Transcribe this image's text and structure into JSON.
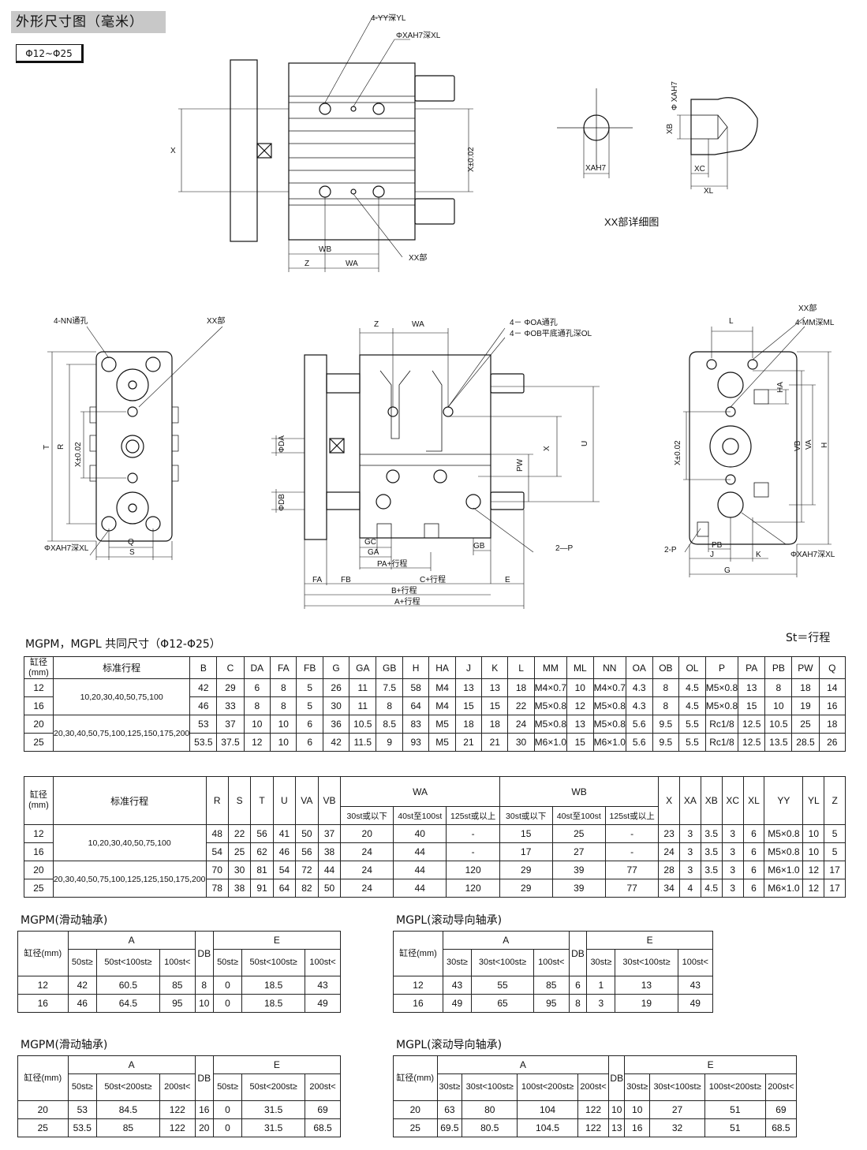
{
  "page_title": "外形尺寸图（毫米）",
  "range_label": "Φ12~Φ25",
  "labels": {
    "yy_depth": "4-YY深YL",
    "xa_depth_top": "ΦXAH7深XL",
    "xx_part": "XX部",
    "xx_detail": "XX部详细图",
    "x": "X",
    "x_tol": "X±0.02",
    "wb": "WB",
    "z": "Z",
    "wa": "WA",
    "xa_h7": "XAH7",
    "xb": "XB",
    "xc": "XC",
    "xl": "XL",
    "phi_xa_h7": "Φ XAH7",
    "nn_thru": "4-NN通孔",
    "t": "T",
    "r": "R",
    "q": "Q",
    "s": "S",
    "oa_thru": "4－ ΦOA通孔",
    "ob_cbore": "4－ ΦOB平底通孔深OL",
    "phi_da": "ΦDA",
    "phi_db": "ΦDB",
    "u": "U",
    "pw": "PW",
    "gc": "GC",
    "ga": "GA",
    "gb": "GB",
    "two_p": "2—P",
    "two_p_left": "2-P",
    "pa_stroke": "PA+行程",
    "fa": "FA",
    "fb": "FB",
    "c_stroke": "C+行程",
    "e": "E",
    "b_stroke": "B+行程",
    "a_stroke": "A+行程",
    "l": "L",
    "mm_depth": "4-MM深ML",
    "ha": "HA",
    "vb": "VB",
    "va": "VA",
    "h": "H",
    "pb": "PB",
    "j": "J",
    "k": "K",
    "g": "G"
  },
  "common_title": "MGPM，MGPL 共同尺寸（Φ12-Φ25）",
  "stroke_note": "St＝行程",
  "table1": {
    "headers": [
      "缸径(mm)",
      "标准行程",
      "B",
      "C",
      "DA",
      "FA",
      "FB",
      "G",
      "GA",
      "GB",
      "H",
      "HA",
      "J",
      "K",
      "L",
      "MM",
      "ML",
      "NN",
      "OA",
      "OB",
      "OL",
      "P",
      "PA",
      "PB",
      "PW",
      "Q"
    ],
    "stroke_a": "10,20,30,40,50,75,100",
    "stroke_b": "20,30,40,50,75,100,125,150,175,200",
    "rows": [
      [
        "12",
        "42",
        "29",
        "6",
        "8",
        "5",
        "26",
        "11",
        "7.5",
        "58",
        "M4",
        "13",
        "13",
        "18",
        "M4×0.7",
        "10",
        "M4×0.7",
        "4.3",
        "8",
        "4.5",
        "M5×0.8",
        "13",
        "8",
        "18",
        "14"
      ],
      [
        "16",
        "46",
        "33",
        "8",
        "8",
        "5",
        "30",
        "11",
        "8",
        "64",
        "M4",
        "15",
        "15",
        "22",
        "M5×0.8",
        "12",
        "M5×0.8",
        "4.3",
        "8",
        "4.5",
        "M5×0.8",
        "15",
        "10",
        "19",
        "16"
      ],
      [
        "20",
        "53",
        "37",
        "10",
        "10",
        "6",
        "36",
        "10.5",
        "8.5",
        "83",
        "M5",
        "18",
        "18",
        "24",
        "M5×0.8",
        "13",
        "M5×0.8",
        "5.6",
        "9.5",
        "5.5",
        "Rc1/8",
        "12.5",
        "10.5",
        "25",
        "18"
      ],
      [
        "25",
        "53.5",
        "37.5",
        "12",
        "10",
        "6",
        "42",
        "11.5",
        "9",
        "93",
        "M5",
        "21",
        "21",
        "30",
        "M6×1.0",
        "15",
        "M6×1.0",
        "5.6",
        "9.5",
        "5.5",
        "Rc1/8",
        "12.5",
        "13.5",
        "28.5",
        "26"
      ]
    ]
  },
  "table2": {
    "headers": [
      "缸径(mm)",
      "标准行程",
      "R",
      "S",
      "T",
      "U",
      "VA",
      "VB",
      "WA",
      "WB",
      "X",
      "XA",
      "XB",
      "XC",
      "XL",
      "YY",
      "YL",
      "Z"
    ],
    "sub_headers": [
      "30st或以下",
      "40st至100st",
      "125st或以上",
      "30st或以下",
      "40st至100st",
      "125st或以上"
    ],
    "stroke_a": "10,20,30,40,50,75,100",
    "stroke_b": "20,30,40,50,75,100,125,125,150,175,200",
    "rows": [
      [
        "12",
        "48",
        "22",
        "56",
        "41",
        "50",
        "37",
        "20",
        "40",
        "-",
        "15",
        "25",
        "-",
        "23",
        "3",
        "3.5",
        "3",
        "6",
        "M5×0.8",
        "10",
        "5"
      ],
      [
        "16",
        "54",
        "25",
        "62",
        "46",
        "56",
        "38",
        "24",
        "44",
        "-",
        "17",
        "27",
        "-",
        "24",
        "3",
        "3.5",
        "3",
        "6",
        "M5×0.8",
        "10",
        "5"
      ],
      [
        "20",
        "70",
        "30",
        "81",
        "54",
        "72",
        "44",
        "24",
        "44",
        "120",
        "29",
        "39",
        "77",
        "28",
        "3",
        "3.5",
        "3",
        "6",
        "M6×1.0",
        "12",
        "17"
      ],
      [
        "25",
        "78",
        "38",
        "91",
        "64",
        "82",
        "50",
        "24",
        "44",
        "120",
        "29",
        "39",
        "77",
        "34",
        "4",
        "4.5",
        "3",
        "6",
        "M6×1.0",
        "12",
        "17"
      ]
    ]
  },
  "table3": {
    "title": "MGPM(滑动轴承)",
    "a_label": "A",
    "db_label": "DB",
    "e_label": "E",
    "bore_label": "缸径(mm)",
    "a_cols": [
      "50st≥",
      "50st<100st≥",
      "100st<"
    ],
    "e_cols": [
      "50st≥",
      "50st<100st≥",
      "100st<"
    ],
    "rows": [
      [
        "12",
        "42",
        "60.5",
        "85",
        "8",
        "0",
        "18.5",
        "43"
      ],
      [
        "16",
        "46",
        "64.5",
        "95",
        "10",
        "0",
        "18.5",
        "49"
      ]
    ]
  },
  "table4": {
    "title": "MGPL(滚动导向轴承)",
    "a_label": "A",
    "db_label": "DB",
    "e_label": "E",
    "bore_label": "缸径(mm)",
    "a_cols": [
      "30st≥",
      "30st<100st≥",
      "100st<"
    ],
    "e_cols": [
      "30st≥",
      "30st<100st≥",
      "100st<"
    ],
    "rows": [
      [
        "12",
        "43",
        "55",
        "85",
        "6",
        "1",
        "13",
        "43"
      ],
      [
        "16",
        "49",
        "65",
        "95",
        "8",
        "3",
        "19",
        "49"
      ]
    ]
  },
  "table5": {
    "title": "MGPM(滑动轴承)",
    "a_label": "A",
    "db_label": "DB",
    "e_label": "E",
    "bore_label": "缸径(mm)",
    "a_cols": [
      "50st≥",
      "50st<200st≥",
      "200st<"
    ],
    "e_cols": [
      "50st≥",
      "50st<200st≥",
      "200st<"
    ],
    "rows": [
      [
        "20",
        "53",
        "84.5",
        "122",
        "16",
        "0",
        "31.5",
        "69"
      ],
      [
        "25",
        "53.5",
        "85",
        "122",
        "20",
        "0",
        "31.5",
        "68.5"
      ]
    ]
  },
  "table6": {
    "title": "MGPL(滚动导向轴承)",
    "a_label": "A",
    "db_label": "DB",
    "e_label": "E",
    "bore_label": "缸径(mm)",
    "a_cols": [
      "30st≥",
      "30st<100st≥",
      "100st<200st≥",
      "200st<"
    ],
    "e_cols": [
      "30st≥",
      "30st<100st≥",
      "100st<200st≥",
      "200st<"
    ],
    "rows": [
      [
        "20",
        "63",
        "80",
        "104",
        "122",
        "10",
        "10",
        "27",
        "51",
        "69"
      ],
      [
        "25",
        "69.5",
        "80.5",
        "104.5",
        "122",
        "13",
        "16",
        "32",
        "51",
        "68.5"
      ]
    ]
  }
}
